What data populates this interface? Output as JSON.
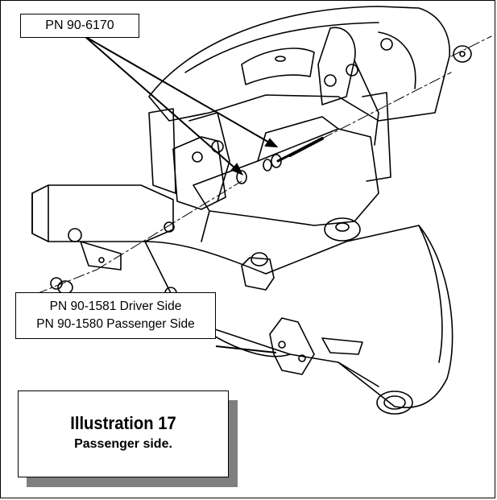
{
  "callouts": {
    "top": "PN 90-6170",
    "bottom_line1": "PN 90-1581 Driver Side",
    "bottom_line2": "PN 90-1580 Passenger Side"
  },
  "caption": {
    "title": "Illustration 17",
    "subtitle": "Passenger side."
  }
}
